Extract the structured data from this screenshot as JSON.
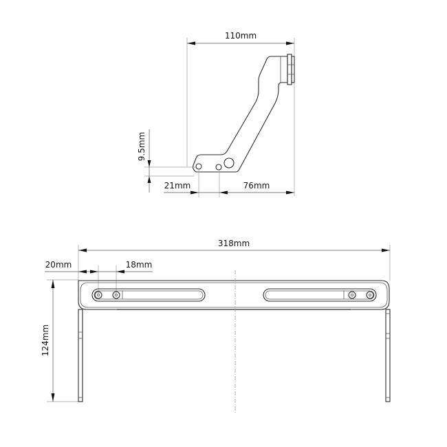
{
  "drawing": {
    "side_view": {
      "dimensions": {
        "overall_width": "110mm",
        "hole_height": "9.5mm",
        "hole_offset": "21mm",
        "hole_to_edge": "76mm"
      }
    },
    "front_view": {
      "dimensions": {
        "overall_length": "318mm",
        "edge_to_first_hole": "20mm",
        "hole_spacing": "18mm",
        "height": "124mm"
      }
    }
  }
}
